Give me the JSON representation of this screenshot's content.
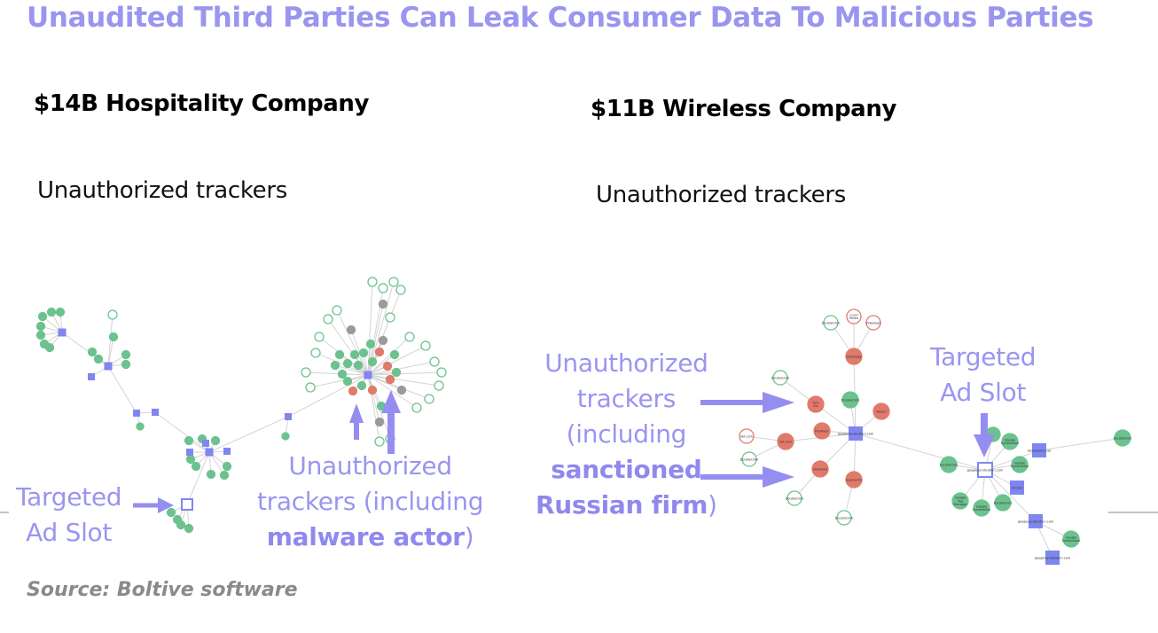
{
  "title": "Unaudited Third Parties Can Leak Consumer Data To Malicious Parties",
  "left": {
    "company": "$14B Hospitality Company",
    "subtitle": "Unauthorized trackers",
    "ad_slot_label_1": "Targeted",
    "ad_slot_label_2": "Ad Slot",
    "trackers_label_1": "Unauthorized",
    "trackers_label_2": "trackers (including",
    "trackers_label_bold": "malware actor",
    "trackers_label_end": ")"
  },
  "right": {
    "company": "$11B Wireless Company",
    "subtitle": "Unauthorized trackers",
    "trackers_label_1": "Unauthorized",
    "trackers_label_2": "trackers",
    "trackers_label_3": "(including",
    "trackers_label_bold1": "sanctioned",
    "trackers_label_bold2": "Russian firm",
    "trackers_label_end": ")",
    "ad_slot_label_1": "Targeted",
    "ad_slot_label_2": "Ad Slot",
    "node_labels": [
      "Videology",
      "DoubleClick",
      "Lucid Media",
      "Videology",
      "DoubleClick",
      "Turn Inc",
      "DoubleClick",
      "Yahoo!",
      "PubMatic",
      "lijit.com",
      "lijit.com",
      "DoubleClick",
      "Zemanta",
      "DoubleClick",
      "Segmento",
      "DoubleClick",
      "googlesyndication.com",
      "DoubleClick",
      "Google Syndication",
      "Google Syndication",
      "DoubleClick",
      "doubleclick.net",
      "Inmobi",
      "Google Tag Manager",
      "Google Syndication",
      "DoubleClick",
      "googlesyndication.com",
      "Google Syndication",
      "googlesyndication.com",
      "googlesyndication.com"
    ]
  },
  "source": "Source: Boltive software",
  "colors": {
    "accent": "#9a95ef",
    "tracker_ok": "#6cc28e",
    "tracker_bad": "#e07a6b",
    "ad_node": "#7f86f0",
    "gray": "#9a9a9a"
  }
}
